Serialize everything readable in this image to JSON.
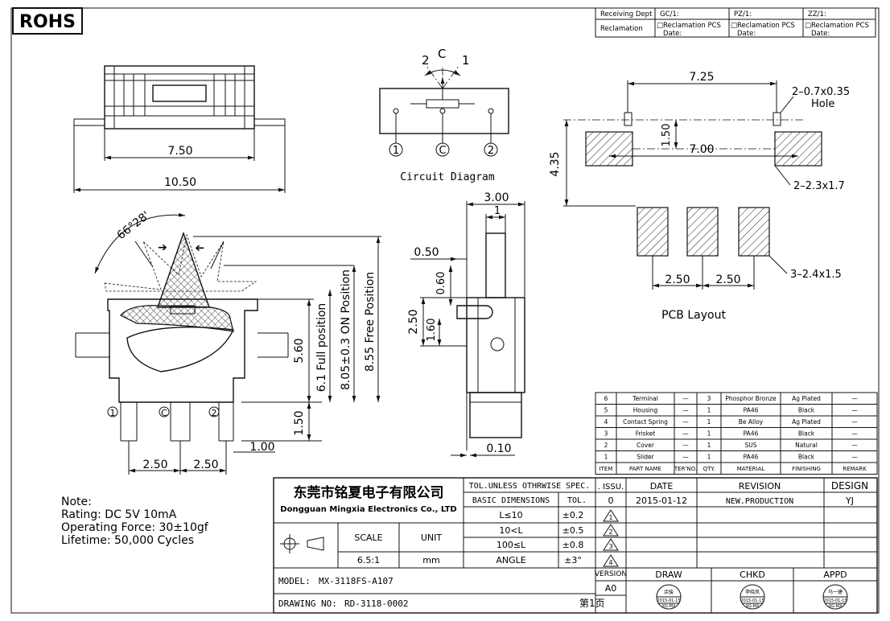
{
  "rohs_label": "ROHS",
  "receiving": {
    "dept_label": "Receiving Dept",
    "gc": "GC/1:",
    "pz": "PZ/1:",
    "zz": "ZZ/1:",
    "reclamation_label": "Reclamation",
    "cell_line1": "□Reclamation PCS",
    "cell_line2": "Date:"
  },
  "side_view": {
    "dim_inner": "7.50",
    "dim_outer": "10.50"
  },
  "circuit": {
    "pos2": "2",
    "posC": "C",
    "pos1": "1",
    "pin1": "1",
    "pinC": "C",
    "pin2": "2",
    "caption": "Circuit Diagram"
  },
  "pcb": {
    "dim_top": "7.25",
    "hole_spec": "2–0.7x0.35",
    "hole_label": "Hole",
    "dim_150": "1.50",
    "dim_700": "7.00",
    "dim_435": "4.35",
    "pad_top_spec": "2–2.3x1.7",
    "pad_bottom_spec": "3–2.4x1.5",
    "dim_250a": "2.50",
    "dim_250b": "2.50",
    "caption": "PCB Layout"
  },
  "front_view": {
    "angle": "66°28'",
    "full_position": "6.1  Full position",
    "on_position": "8.05±0.3  ON  Position",
    "free_position": "8.55  Free  Position",
    "dim_560": "5.60",
    "dim_150": "1.50",
    "dim_100": "1.00",
    "dim_250a": "2.50",
    "dim_250b": "2.50",
    "pin1": "1",
    "pinC": "C",
    "pin2": "2"
  },
  "end_view": {
    "dim_300": "3.00",
    "dim_1": "1",
    "dim_050": "0.50",
    "dim_060": "0.60",
    "dim_250": "2.50",
    "dim_160": "1.60",
    "dim_010": "0.10"
  },
  "bom": {
    "headers": [
      "ITEM",
      "PART NAME",
      "TER'NO.",
      "QTY.",
      "MATERIAL",
      "FINISHING",
      "REMARK"
    ],
    "rows": [
      {
        "item": "6",
        "name": "Terminal",
        "ter": "—",
        "qty": "3",
        "material": "Phosphor Bronze",
        "finish": "Ag Plated",
        "remark": "—"
      },
      {
        "item": "5",
        "name": "Housing",
        "ter": "—",
        "qty": "1",
        "material": "PA46",
        "finish": "Black",
        "remark": "—"
      },
      {
        "item": "4",
        "name": "Contact Spring",
        "ter": "—",
        "qty": "1",
        "material": "Be Alloy",
        "finish": "Ag Plated",
        "remark": "—"
      },
      {
        "item": "3",
        "name": "Frisket",
        "ter": "—",
        "qty": "1",
        "material": "PA46",
        "finish": "Black",
        "remark": "—"
      },
      {
        "item": "2",
        "name": "Cover",
        "ter": "—",
        "qty": "1",
        "material": "SUS",
        "finish": "Natural",
        "remark": "—"
      },
      {
        "item": "1",
        "name": "Slider",
        "ter": "—",
        "qty": "1",
        "material": "PA46",
        "finish": "Black",
        "remark": "—"
      }
    ]
  },
  "notes": {
    "title": "Note:",
    "rating": "Rating:  DC     5V  10mA",
    "force": "Operating  Force:  30±10gf",
    "lifetime": "Lifetime:    50,000  Cycles"
  },
  "title_block": {
    "company_cn": "东莞市铭夏电子有限公司",
    "company_en": "Dongguan Mingxia Electronics Co., LTD",
    "scale_label": "SCALE",
    "unit_label": "UNIT",
    "scale_value": "6.5:1",
    "unit_value": "mm",
    "tol_title": "TOL.UNLESS OTHRWISE SPEC.",
    "basic_dim": "BASIC DIMENSIONS",
    "tol_label": "TOL.",
    "tol_rows": [
      {
        "dim": "L≤10",
        "tol": "±0.2"
      },
      {
        "dim": "10<L",
        "tol": "±0.5"
      },
      {
        "dim": "100≤L",
        "tol": "±0.8"
      },
      {
        "dim": "ANGLE",
        "tol": "±3°"
      }
    ],
    "issu_label": ". ISSU.",
    "date_label": "DATE",
    "revision_label": "REVISION",
    "design_label": "DESIGN",
    "issu_value": "0",
    "date_value": "2015-01-12",
    "revision_value": "NEW.PRODUCTION",
    "design_value": "YJ",
    "rev_markers": [
      "1",
      "2",
      "3",
      "4"
    ],
    "version_label": "VERSION",
    "version_value": "A0",
    "draw_label": "DRAW",
    "chkd_label": "CHKD",
    "appd_label": "APPD",
    "stamp_draw_name": "余骏",
    "stamp_chkd_name": "李晓凤",
    "stamp_appd_name": "马一捷",
    "stamp_date": "2015-01-15",
    "stamp_org": "XG-MX",
    "model_label": "MODEL:",
    "model_value": "MX-3118FS-A107",
    "drawing_label": "DRAWING NO:",
    "drawing_value": "RD-3118-0002",
    "page_label": "第1页"
  }
}
